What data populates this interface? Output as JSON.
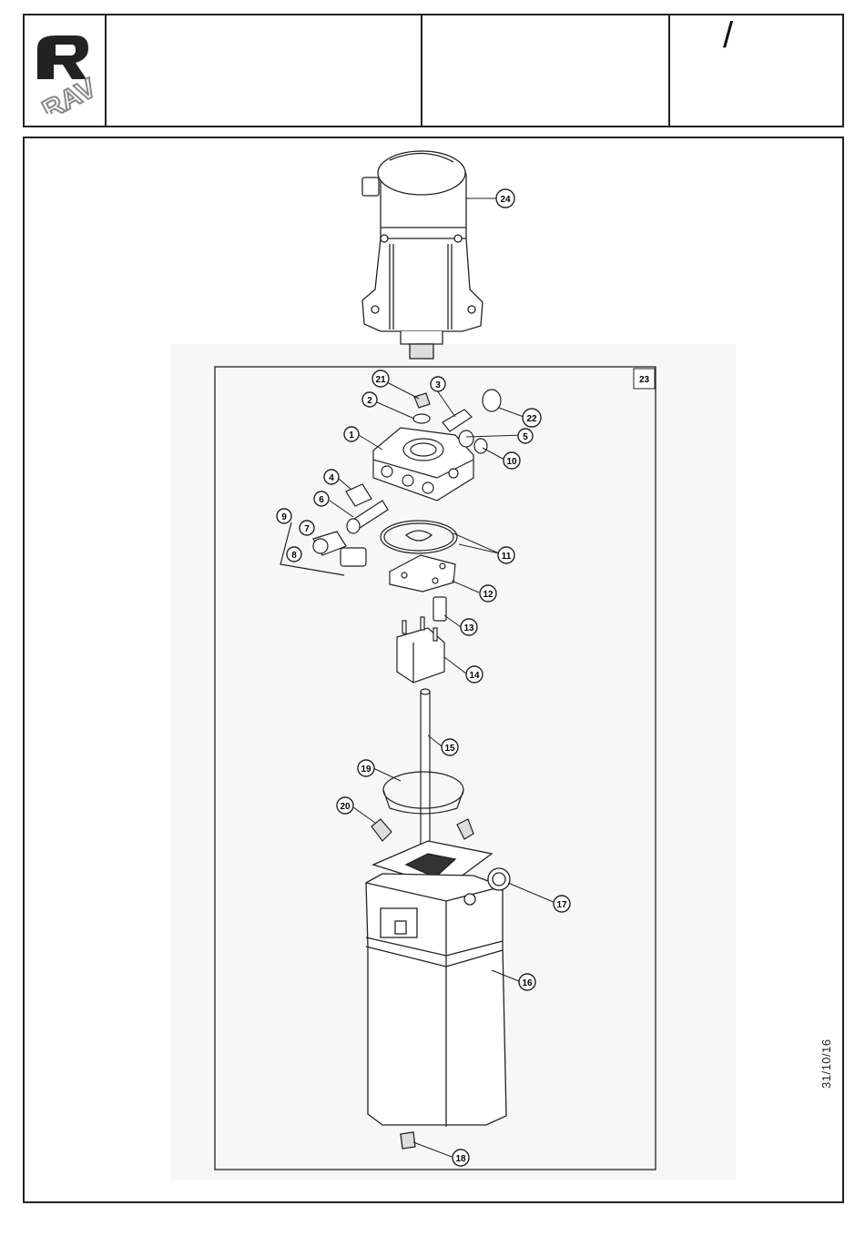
{
  "header": {
    "revision_mark": "/",
    "logo_text": "RAV"
  },
  "date_stamp": "31/10/16",
  "diagram": {
    "assembly_label": "23",
    "callouts": [
      "24",
      "21",
      "3",
      "22",
      "2",
      "5",
      "1",
      "10",
      "4",
      "6",
      "9",
      "7",
      "8",
      "11",
      "12",
      "13",
      "14",
      "15",
      "19",
      "20",
      "17",
      "16",
      "18"
    ]
  }
}
